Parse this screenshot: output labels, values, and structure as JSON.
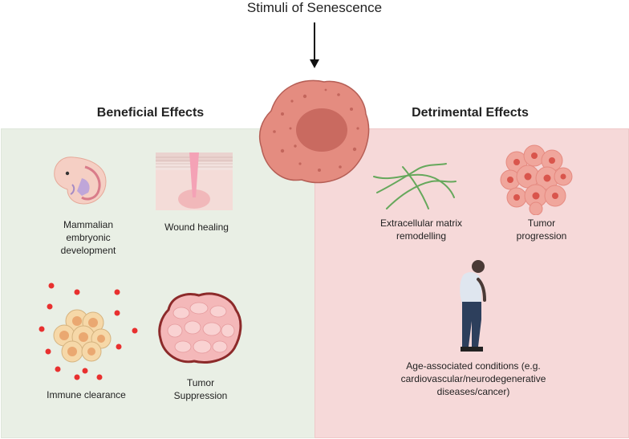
{
  "title": "Stimuli of Senescence",
  "colors": {
    "beneficial_bg": "#e9efe5",
    "detrimental_bg": "#f6d9d9",
    "cell_fill": "#e48c80",
    "cell_nucleus": "#c96a60"
  },
  "beneficial": {
    "heading": "Beneficial Effects",
    "items": {
      "embryo": "Mammalian\nembryonic\ndevelopment",
      "wound": "Wound healing",
      "immune": "Immune clearance",
      "tumor_suppression": "Tumor\nSuppression"
    }
  },
  "detrimental": {
    "heading": "Detrimental Effects",
    "items": {
      "ecm": "Extracellular matrix\nremodelling",
      "tumor_progression": "Tumor\nprogression",
      "age": "Age-associated conditions (e.g.\ncardiovascular/neurodegenerative\ndiseases/cancer)"
    }
  },
  "icons": [
    "arrow-down-icon",
    "senescent-cell-icon",
    "embryo-icon",
    "wound-skin-icon",
    "immune-cells-icon",
    "tumor-mass-icon",
    "fibers-icon",
    "tumor-cluster-icon",
    "elderly-person-icon"
  ]
}
